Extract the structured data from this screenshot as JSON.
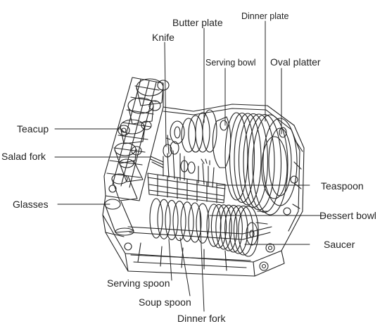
{
  "diagram": {
    "labels": {
      "butter_plate": "Butter plate",
      "dinner_plate_top": "Dinner plate",
      "knife": "Knife",
      "serving_bowl": "Serving bowl",
      "oval_platter": "Oval platter",
      "teacup": "Teacup",
      "salad_fork": "Salad fork",
      "teaspoon": "Teaspoon",
      "glasses": "Glasses",
      "dessert_bowl": "Dessert bowl",
      "saucer": "Saucer",
      "serving_spoon": "Serving spoon",
      "soup_spoon": "Soup spoon",
      "dinner_fork": "Dinner fork"
    },
    "line_color": "#222222",
    "background": "#ffffff"
  }
}
